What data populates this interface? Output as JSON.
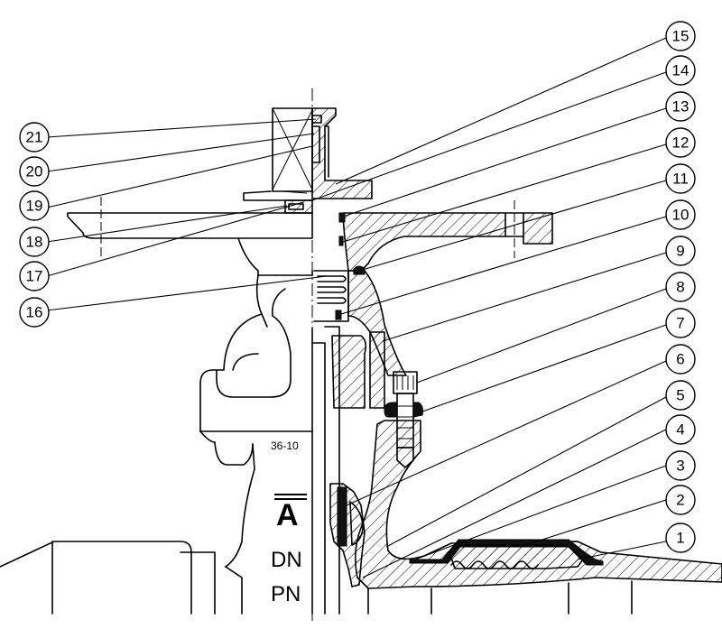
{
  "callouts": [
    {
      "label": "1"
    },
    {
      "label": "2"
    },
    {
      "label": "3"
    },
    {
      "label": "4"
    },
    {
      "label": "5"
    },
    {
      "label": "6"
    },
    {
      "label": "7"
    },
    {
      "label": "8"
    },
    {
      "label": "9"
    },
    {
      "label": "10"
    },
    {
      "label": "11"
    },
    {
      "label": "12"
    },
    {
      "label": "13"
    },
    {
      "label": "14"
    },
    {
      "label": "15"
    },
    {
      "label": "16"
    },
    {
      "label": "17"
    },
    {
      "label": "18"
    },
    {
      "label": "19"
    },
    {
      "label": "20"
    },
    {
      "label": "21"
    }
  ],
  "body_markings": {
    "size_code": "36-10",
    "logo": "A",
    "dn": "DN",
    "pn": "PN"
  }
}
